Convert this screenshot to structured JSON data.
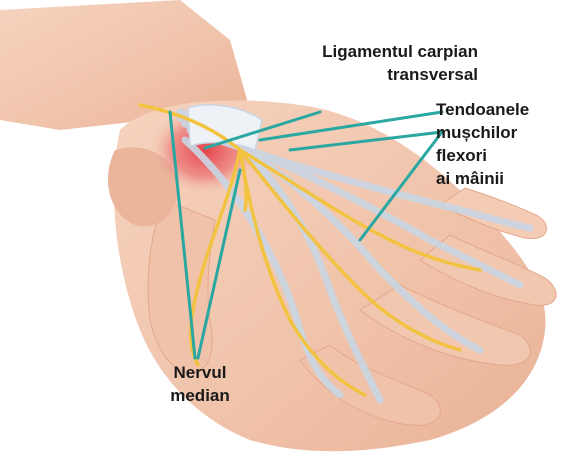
{
  "labels": {
    "ligament": [
      "Ligamentul  carpian",
      "transversal"
    ],
    "tendons": [
      "Tendoanele",
      "mușchilor",
      "flexori",
      "ai mâinii"
    ],
    "nerve": [
      "Nervul",
      "median"
    ]
  },
  "colors": {
    "skin": "#f2c7b0",
    "skin_shadow": "#e3a88c",
    "nerve": "#f2c341",
    "tendon": "#c9d6e4",
    "ligament": "#eef2f7",
    "inflammation": "#e83a45",
    "leader_line": "#2aa7a1"
  }
}
